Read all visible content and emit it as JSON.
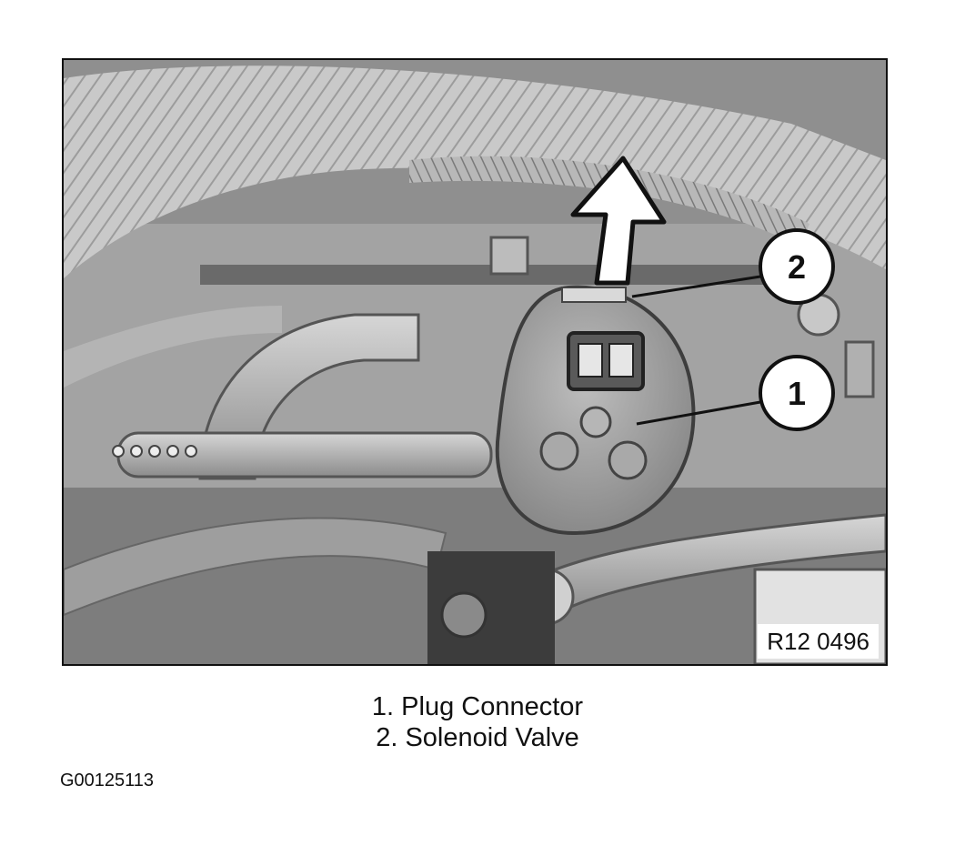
{
  "photo": {
    "reference_code": "R12 0496",
    "callouts": [
      {
        "number": "1"
      },
      {
        "number": "2"
      }
    ]
  },
  "legend": {
    "items": [
      "1. Plug Connector",
      "2. Solenoid Valve"
    ]
  },
  "figure_id": "G00125113"
}
